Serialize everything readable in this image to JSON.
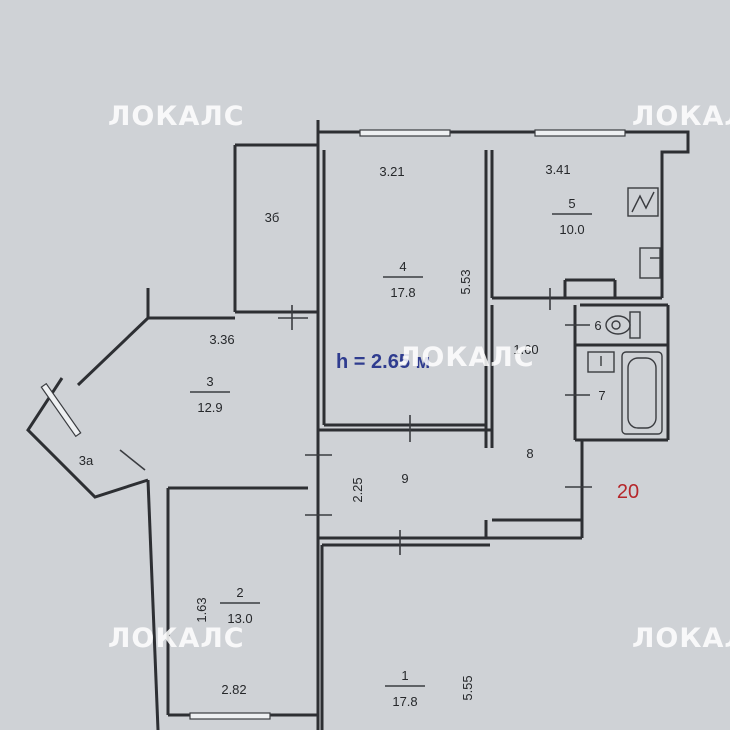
{
  "watermark": "ЛОКАЛС",
  "ceiling_height": "h = 2.65 м",
  "apartment_number": "20",
  "rooms": [
    {
      "id": "1",
      "area": "17.8"
    },
    {
      "id": "2",
      "area": "13.0"
    },
    {
      "id": "3",
      "area": "12.9"
    },
    {
      "id": "3а",
      "area": ""
    },
    {
      "id": "3б",
      "area": ""
    },
    {
      "id": "4",
      "area": "17.8"
    },
    {
      "id": "5",
      "area": "10.0"
    },
    {
      "id": "6",
      "area": ""
    },
    {
      "id": "7",
      "area": ""
    },
    {
      "id": "8",
      "area": ""
    },
    {
      "id": "9",
      "area": ""
    }
  ],
  "dimensions": [
    "3.21",
    "3.41",
    "5.53",
    "3.36",
    "1.60",
    "2.25",
    "1.63",
    "2.82",
    "5.55"
  ]
}
